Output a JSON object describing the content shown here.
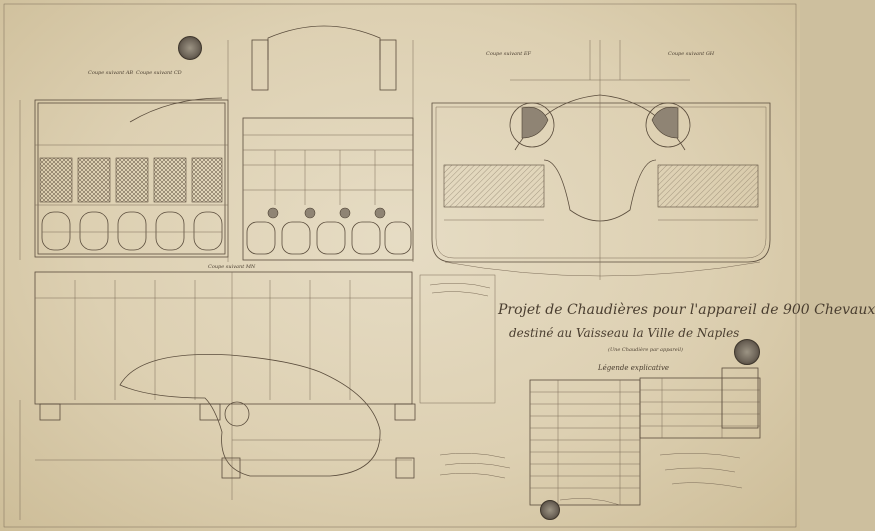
{
  "document": {
    "title_line1": "Projet de Chaudières pour l'appareil de 900 Chevaux",
    "title_line2": "destiné au Vaisseau la Ville de Naples",
    "subtitle": "(Une Chaudière par appareil)",
    "legend_heading": "Légende explicative"
  },
  "section_labels": {
    "left_top_a": "Coupe suivant AB",
    "left_top_b": "Coupe suivant CD",
    "right_top_a": "Coupe suivant EF",
    "right_top_b": "Coupe suivant GH",
    "left_bottom": "Coupe suivant MN"
  },
  "colors": {
    "paper": "#e2d7bc",
    "ink": "#5a4c3c",
    "seal": "#6f665a"
  }
}
